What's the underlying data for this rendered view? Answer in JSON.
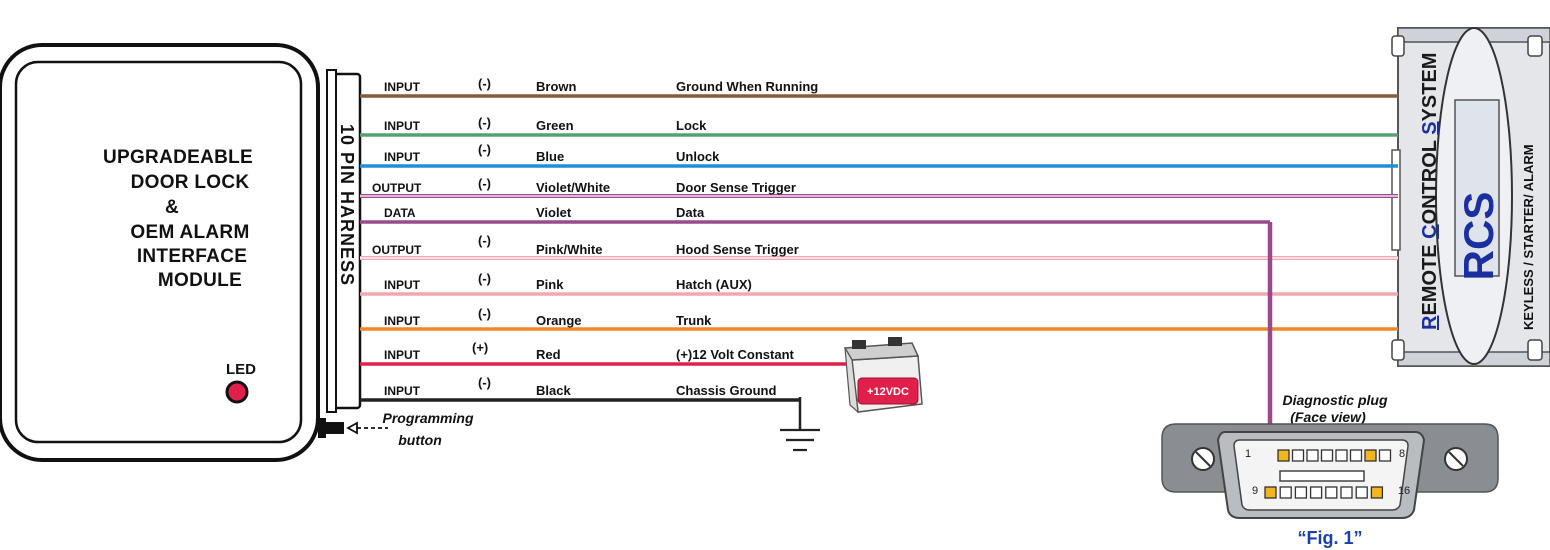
{
  "module": {
    "title_lines": [
      "UPGRADEABLE",
      "DOOR LOCK",
      "&",
      "OEM ALARM",
      "INTERFACE",
      "MODULE"
    ],
    "led_label": "LED"
  },
  "harness": {
    "label": "10 PIN HARNESS"
  },
  "wires": [
    {
      "io": "INPUT",
      "polarity": "(-)",
      "color_name": "Brown",
      "function": "Ground When Running",
      "color": "#8B5A3C"
    },
    {
      "io": "INPUT",
      "polarity": "(-)",
      "color_name": "Green",
      "function": "Lock",
      "color": "#55A070"
    },
    {
      "io": "INPUT",
      "polarity": "(-)",
      "color_name": "Blue",
      "function": "Unlock",
      "color": "#1E90D8"
    },
    {
      "io": "OUTPUT",
      "polarity": "(-)",
      "color_name": "Violet/White",
      "function": "Door Sense Trigger",
      "color": "#9A4A8C"
    },
    {
      "io": "DATA",
      "polarity": "",
      "color_name": "Violet",
      "function": "Data",
      "color": "#9A4A8C"
    },
    {
      "io": "OUTPUT",
      "polarity": "(-)",
      "color_name": "Pink/White",
      "function": "Hood Sense Trigger",
      "color": "#F0A8B0"
    },
    {
      "io": "INPUT",
      "polarity": "(-)",
      "color_name": "Pink",
      "function": "Hatch (AUX)",
      "color": "#F0A8B0"
    },
    {
      "io": "INPUT",
      "polarity": "(-)",
      "color_name": "Orange",
      "function": "Trunk",
      "color": "#F0872A"
    },
    {
      "io": "INPUT",
      "polarity": "(+)",
      "color_name": "Red",
      "function": "(+)12 Volt Constant",
      "color": "#E0204A"
    },
    {
      "io": "INPUT",
      "polarity": "(-)",
      "color_name": "Black",
      "function": "Chassis Ground",
      "color": "#222222"
    }
  ],
  "programming_button": {
    "line1": "Programming",
    "line2": "button"
  },
  "battery": {
    "label": "+12VDC"
  },
  "diagnostic": {
    "caption_line1": "Diagnostic plug",
    "caption_line2": "(Face view)",
    "pin_1": "1",
    "pin_8": "8",
    "pin_9": "9",
    "pin_16": "16",
    "fig_label": "“Fig. 1”"
  },
  "rcs": {
    "logo": "RCS",
    "words": [
      {
        "initial": "R",
        "rest": "EMOTE "
      },
      {
        "initial": "C",
        "rest": "ONTROL "
      },
      {
        "initial": "S",
        "rest": "YSTEM"
      }
    ],
    "side_label": "KEYLESS  / STARTER/ ALARM"
  }
}
